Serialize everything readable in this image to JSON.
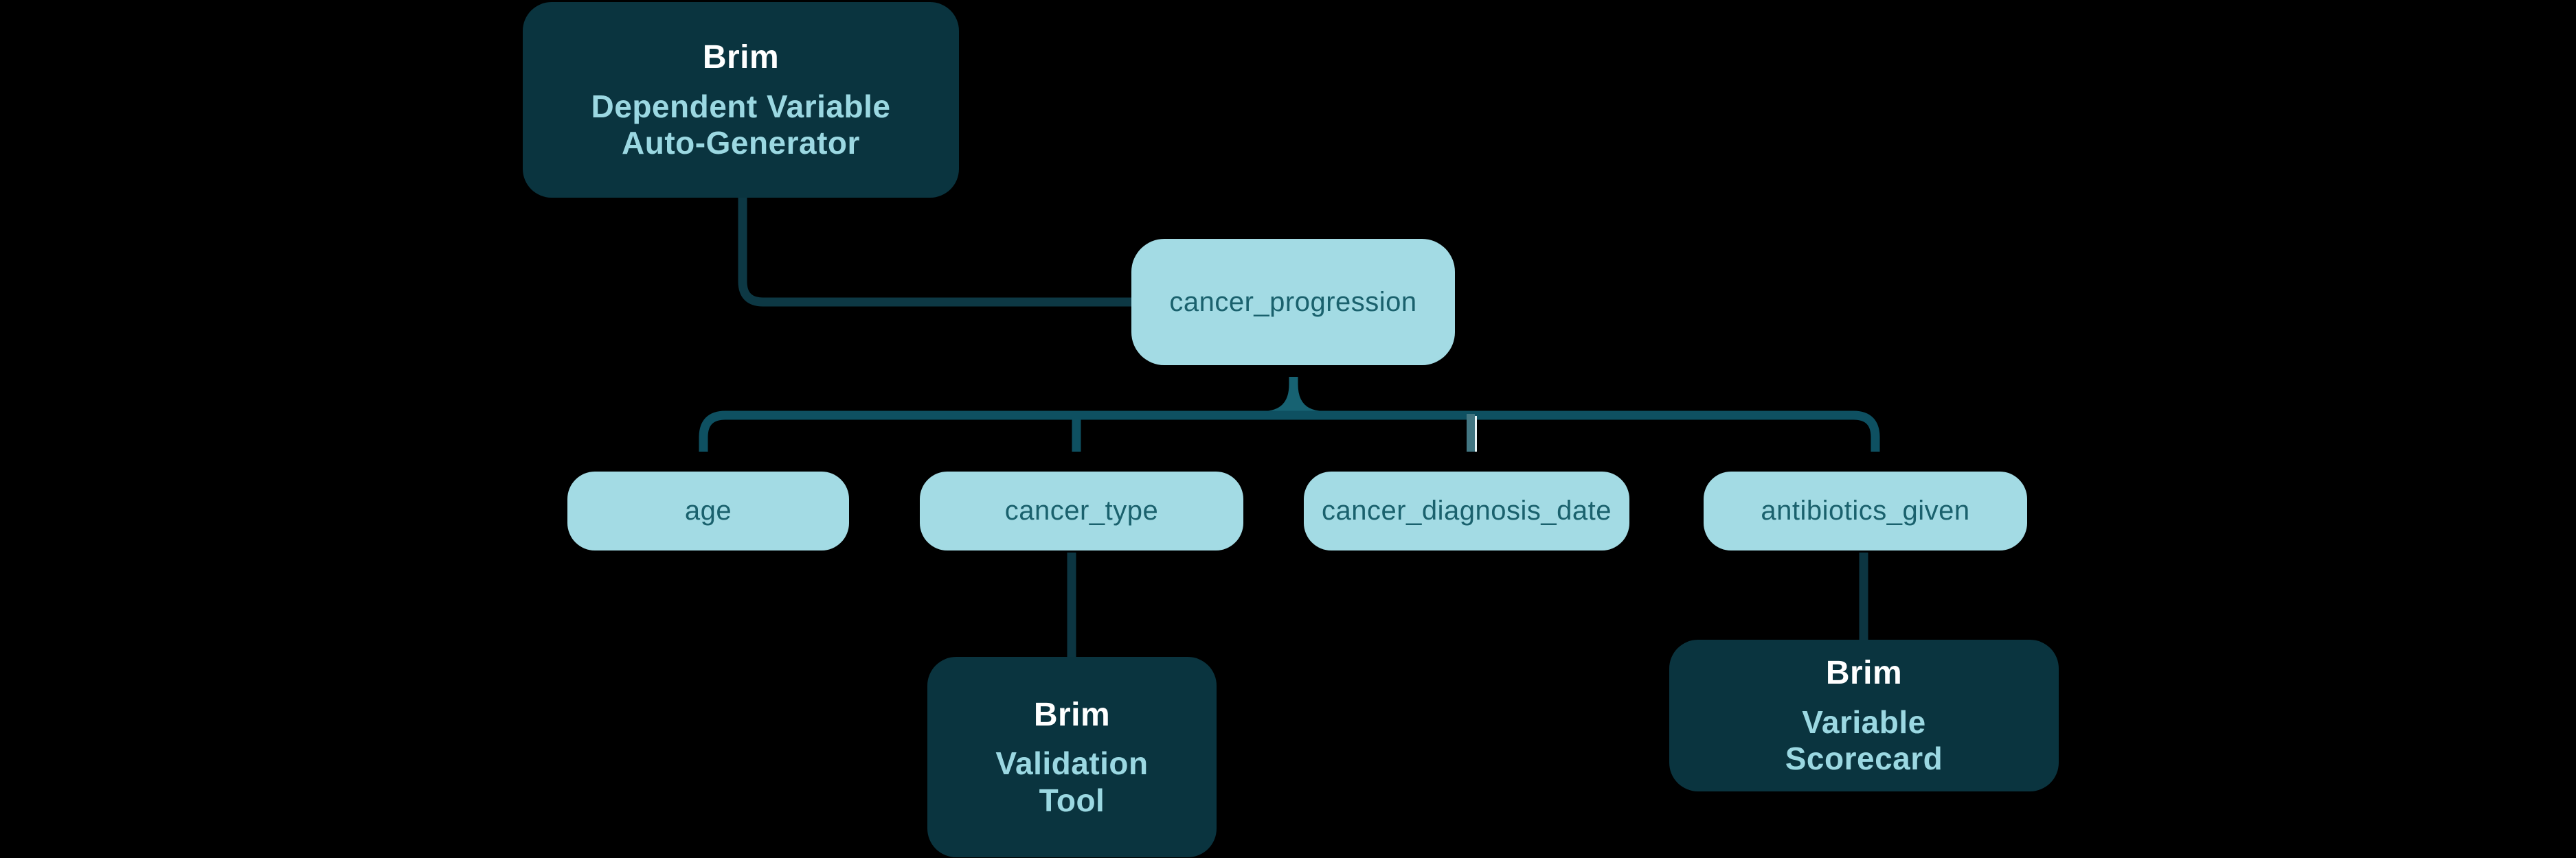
{
  "diagram": {
    "background_color": "#000000",
    "colors": {
      "dark_node_fill": "#0a343f",
      "light_node_fill": "#a3dbe4",
      "light_node_text": "#1a616d",
      "dark_node_title_text": "#ffffff",
      "dark_node_subtitle_text": "#9bd8e2",
      "branch_line": "#0e5061",
      "root_stub_line": "#176272",
      "dark_connector_line": "#0d3844",
      "highlight_stub_fill": "#427682",
      "highlight_stub_edge": "#e9f5f7"
    },
    "nodes": {
      "generator": {
        "title": "Brim",
        "subtitle": "Dependent Variable\nAuto-Generator"
      },
      "root": {
        "label": "cancer_progression"
      },
      "age": {
        "label": "age"
      },
      "cancer_type": {
        "label": "cancer_type"
      },
      "cancer_diagnosis_date": {
        "label": "cancer_diagnosis_date"
      },
      "antibiotics_given": {
        "label": "antibiotics_given"
      },
      "validation_tool": {
        "title": "Brim",
        "subtitle": "Validation\nTool"
      },
      "variable_scorecard": {
        "title": "Brim",
        "subtitle": "Variable\nScorecard"
      }
    }
  }
}
